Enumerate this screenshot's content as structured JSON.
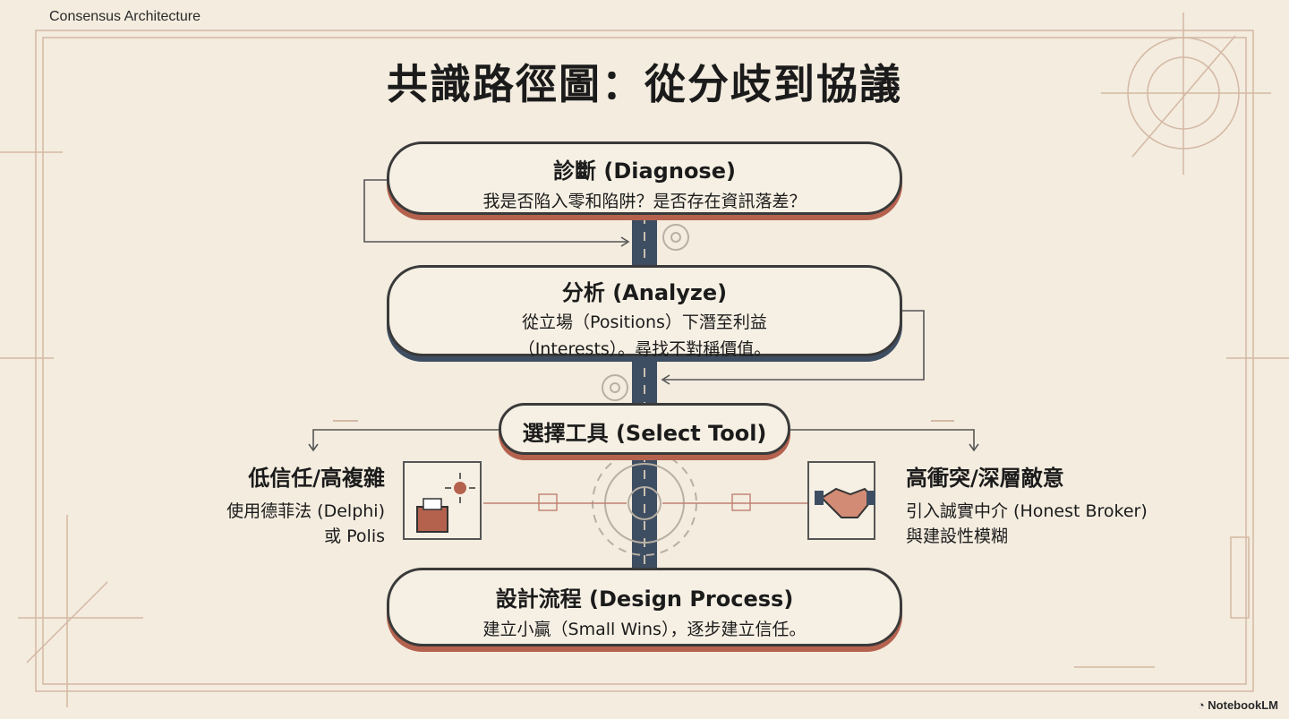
{
  "brand": "Consensus Architecture",
  "title": "共識路徑圖：從分歧到協議",
  "steps": {
    "diagnose": {
      "heading": "診斷 (Diagnose)",
      "text": "我是否陷入零和陷阱？是否存在資訊落差？"
    },
    "analyze": {
      "heading": "分析 (Analyze)",
      "line1": "從立場（Positions）下潛至利益",
      "line2": "（Interests）。尋找不對稱價值。"
    },
    "select": {
      "heading": "選擇工具 (Select Tool)"
    },
    "design": {
      "heading": "設計流程 (Design Process)",
      "text": "建立小贏（Small Wins），逐步建立信任。"
    }
  },
  "branches": {
    "left": {
      "heading": "低信任/高複雜",
      "line1": "使用德菲法 (Delphi)",
      "line2": "或 Polis"
    },
    "right": {
      "heading": "高衝突/深層敵意",
      "line1": "引入誠實中介 (Honest Broker)",
      "line2": "與建設性模糊"
    }
  },
  "footer": "NotebookLM",
  "colors": {
    "background": "#f3ecdf",
    "terracotta": "#b4624e",
    "navy": "#3e4e62",
    "ink": "#2f2f2f"
  }
}
